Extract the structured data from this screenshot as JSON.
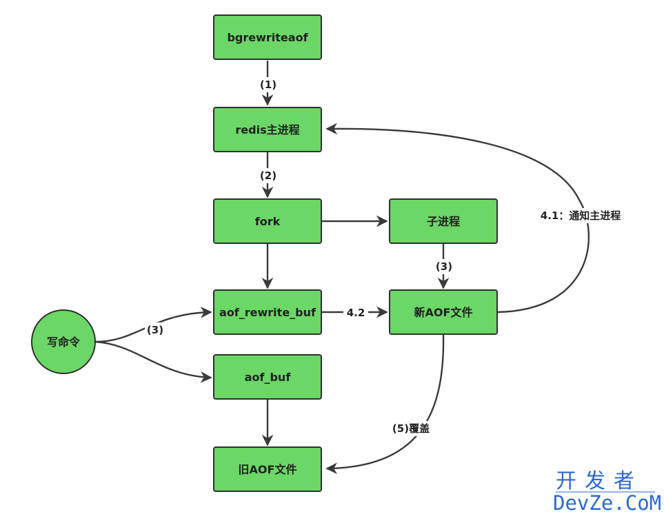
{
  "nodes": {
    "bgrewriteaof": "bgrewriteaof",
    "redis_main": "redis主进程",
    "fork": "fork",
    "child": "子进程",
    "aof_rewrite_buf": "aof_rewrite_buf",
    "new_aof": "新AOF文件",
    "write_cmd": "写命令",
    "aof_buf": "aof_buf",
    "old_aof": "旧AOF文件"
  },
  "edges": {
    "e1": "(1)",
    "e2": "(2)",
    "e3_child": "(3)",
    "e3_write": "(3)",
    "e41": "4.1：通知主进程",
    "e42": "4.2",
    "e5": "(5)覆盖"
  },
  "watermark": {
    "cn": "开发者",
    "en": "DevZe.CoM"
  },
  "colors": {
    "node_fill": "#6bd766",
    "node_stroke": "#2f2f2f",
    "edge": "#3a3a3a",
    "watermark": "#2b6ad0"
  }
}
